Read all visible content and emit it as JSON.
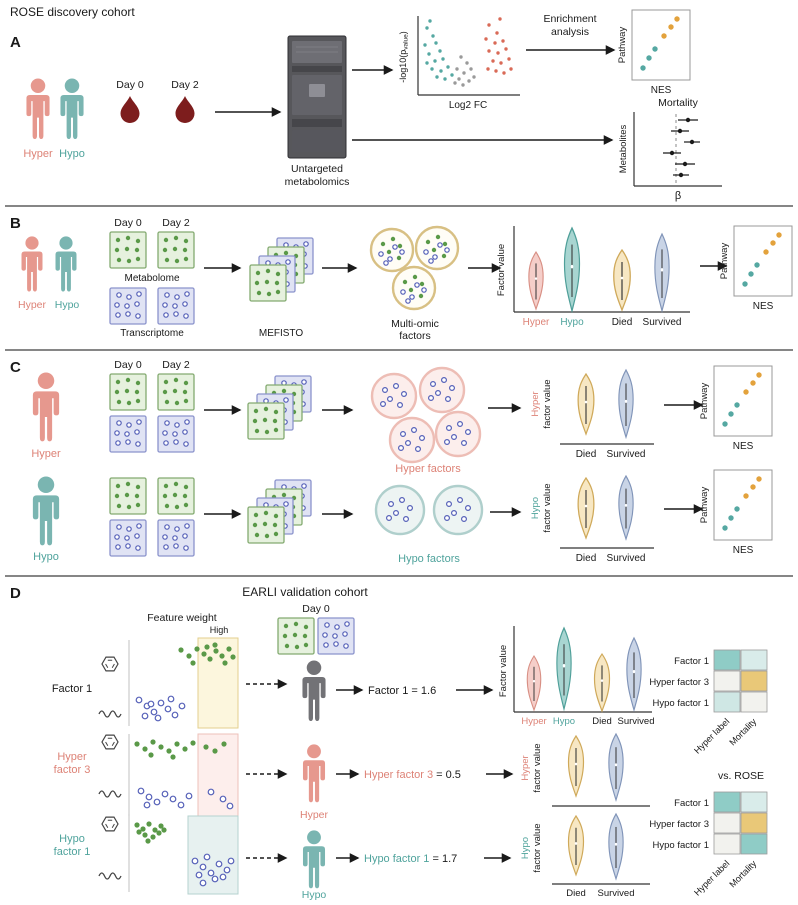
{
  "shared": {
    "hyper": "Hyper",
    "hypo": "Hypo",
    "died": "Died",
    "survived": "Survived",
    "day0": "Day 0",
    "day2": "Day 2",
    "pathway": "Pathway",
    "nes": "NES",
    "factor_value": "Factor value",
    "factor_value_suffix": "factor value"
  },
  "colors": {
    "hyper": "#e6988e",
    "hypo": "#7ab5b1",
    "hyper_text": "#dd8276",
    "hypo_text": "#4fa39c",
    "gray_person": "#727276",
    "blood": "#7d1d1d",
    "metabolite_green": "#5a9948",
    "metabolome_fill": "#e6f1de",
    "transcript_blue": "#5560b8",
    "transcriptome_fill": "#e0e3f4",
    "multiomic_ring": "#d8c084",
    "hyper_ring": "#edbdb5",
    "hypo_ring": "#afcfcc",
    "violin_tan": "#f7e7c3",
    "violin_blue": "#c9d4e6",
    "nes_teal": "#55a8a2",
    "nes_orange": "#e3a23c",
    "volcano_down": "#4aa49d",
    "volcano_up": "#d96a57",
    "heat_teal": "#8fccc6",
    "heat_tan": "#e9c878"
  },
  "icons": {
    "person": "person-pictogram",
    "blood_drop": "blood-drop",
    "molecule": "hexagon-molecule",
    "rna": "squiggle-transcript",
    "machine": "mass-spectrometer"
  },
  "panelA": {
    "label": "A",
    "title": "ROSE discovery cohort",
    "machine": [
      "Untargeted",
      "metabolomics"
    ],
    "volcano": {
      "ylabel_pre": "-log10(p",
      "ylabel_sub": "value",
      "ylabel_post": ")",
      "xlabel": "Log2 FC"
    },
    "enrichment": [
      "Enrichment",
      "analysis"
    ],
    "forest": {
      "title": "Mortality",
      "ylabel": "Metabolites",
      "xlabel": "β"
    }
  },
  "panelB": {
    "label": "B",
    "metabolome": "Metabolome",
    "transcriptome": "Transcriptome",
    "mefisto": "MEFISTO",
    "factors": [
      "Multi-omic",
      "factors"
    ]
  },
  "panelC": {
    "label": "C",
    "hyper_factors": "Hyper factors",
    "hypo_factors": "Hypo factors"
  },
  "panelD": {
    "label": "D",
    "title": "EARLI validation cohort",
    "feature_weight": "Feature weight",
    "high": "High",
    "rows": [
      {
        "line1": "Factor 1",
        "line2": ""
      },
      {
        "line1": "Hyper",
        "line2": "factor 3"
      },
      {
        "line1": "Hypo",
        "line2": "factor 1"
      }
    ],
    "equations": [
      {
        "name": "Factor 1",
        "value": " = 1.6"
      },
      {
        "name": "Hyper factor 3",
        "value": " = 0.5"
      },
      {
        "name": "Hypo factor 1",
        "value": " = 1.7"
      }
    ],
    "vs_rose": "vs. ROSE",
    "heatmap_rows": [
      "Factor 1",
      "Hyper factor 3",
      "Hypo factor 1"
    ],
    "heatmap_cols": [
      "Hyper label",
      "Mortality"
    ],
    "heatmap_top_cells": [
      [
        "#8fccc6",
        "#d9ecea"
      ],
      [
        "#f2f2ee",
        "#e9c878"
      ],
      [
        "#cfe7e4",
        "#f2f2ee"
      ]
    ],
    "heatmap_bottom_cells": [
      [
        "#8fccc6",
        "#d9ecea"
      ],
      [
        "#f2f2ee",
        "#e9c878"
      ],
      [
        "#f2f2ee",
        "#8fccc6"
      ]
    ]
  }
}
